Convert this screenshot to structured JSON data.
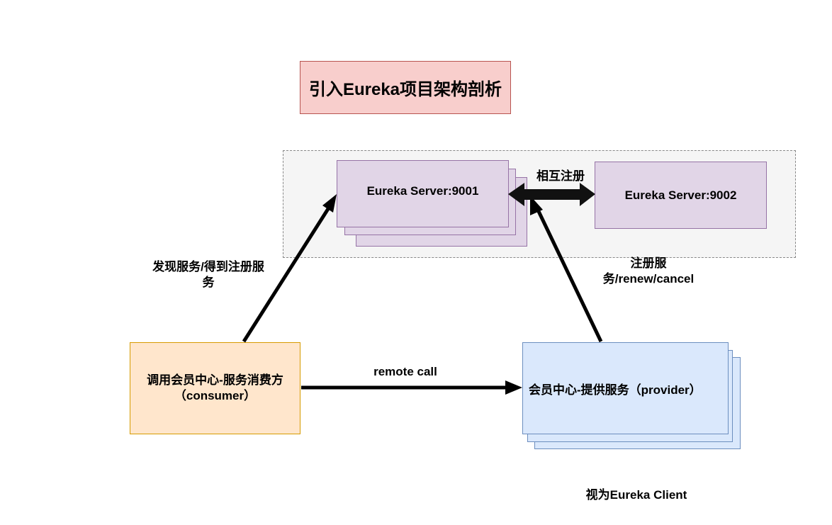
{
  "title": "引入Eureka项目架构剖析",
  "eureka_cluster": {
    "server1": "Eureka Server:9001",
    "server2": "Eureka Server:9002",
    "mutual_label": "相互注册"
  },
  "consumer": {
    "line1": "调用会员中心-服务消费方",
    "line2": "（consumer）"
  },
  "provider": {
    "label": "会员中心-提供服务（provider）"
  },
  "edges": {
    "discover_line1": "发现服务/得到注册服",
    "discover_line2": "务",
    "register_line1": "注册服",
    "register_line2": "务/renew/cancel",
    "remote_call": "remote call"
  },
  "footer_note": "视为Eureka Client",
  "colors": {
    "title_fill": "#f8cecc",
    "server_fill": "#e1d5e7",
    "consumer_fill": "#ffe6cc",
    "provider_fill": "#dae8fc",
    "group_fill": "#f5f5f5"
  }
}
